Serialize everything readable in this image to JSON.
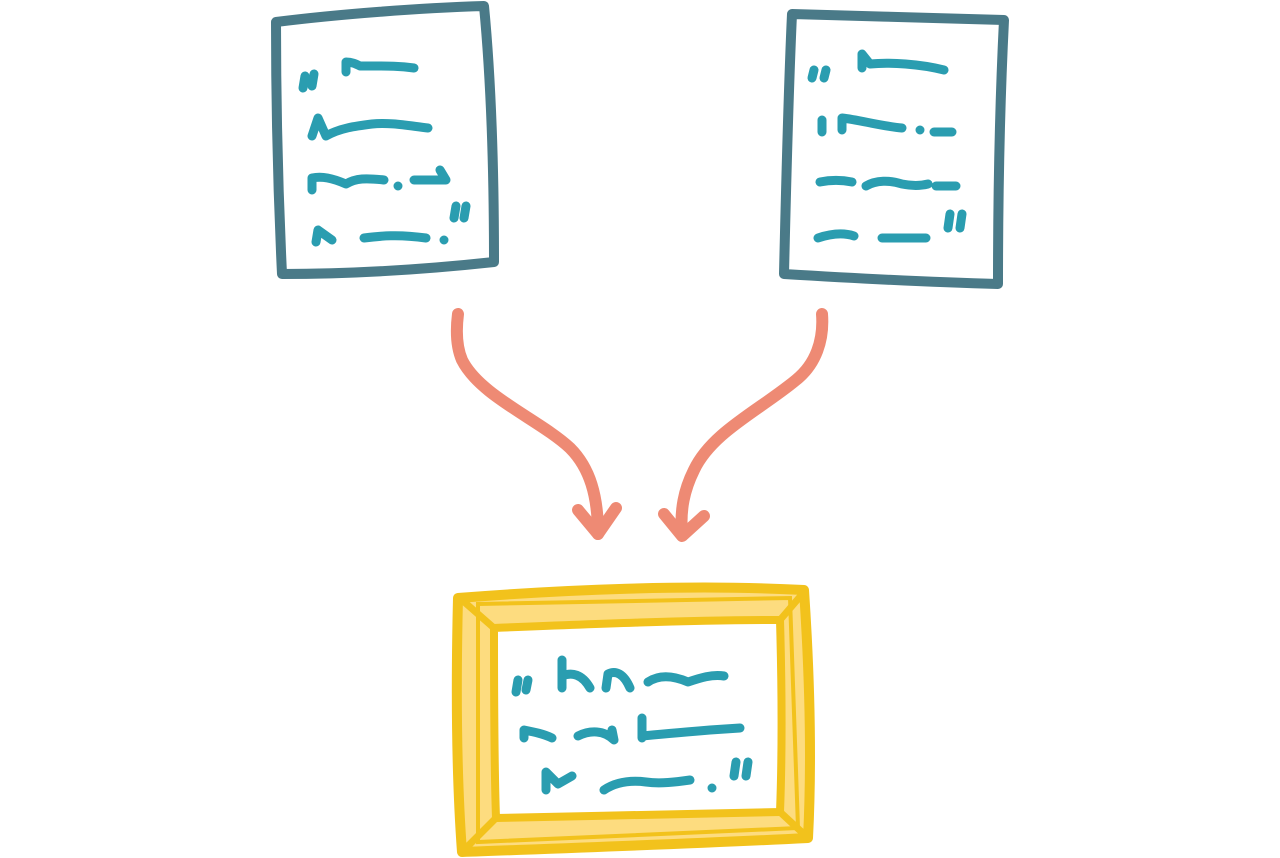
{
  "colors": {
    "background": "#ffffff",
    "document_border": "#4a7a88",
    "document_fill": "#ffffff",
    "scribble_text": "#2a9db0",
    "arrow": "#ee8a74",
    "frame_outer": "#f2c21c",
    "frame_inner": "#fddc7f",
    "frame_fill": "#ffffff"
  },
  "nodes": [
    {
      "id": "source-document-left",
      "kind": "document",
      "icon": "handwritten-quote-document-icon"
    },
    {
      "id": "source-document-right",
      "kind": "document",
      "icon": "handwritten-quote-document-icon"
    },
    {
      "id": "merged-quote-frame",
      "kind": "framed-quote",
      "icon": "framed-quote-icon"
    }
  ],
  "edges": [
    {
      "from": "source-document-left",
      "to": "merged-quote-frame"
    },
    {
      "from": "source-document-right",
      "to": "merged-quote-frame"
    }
  ]
}
